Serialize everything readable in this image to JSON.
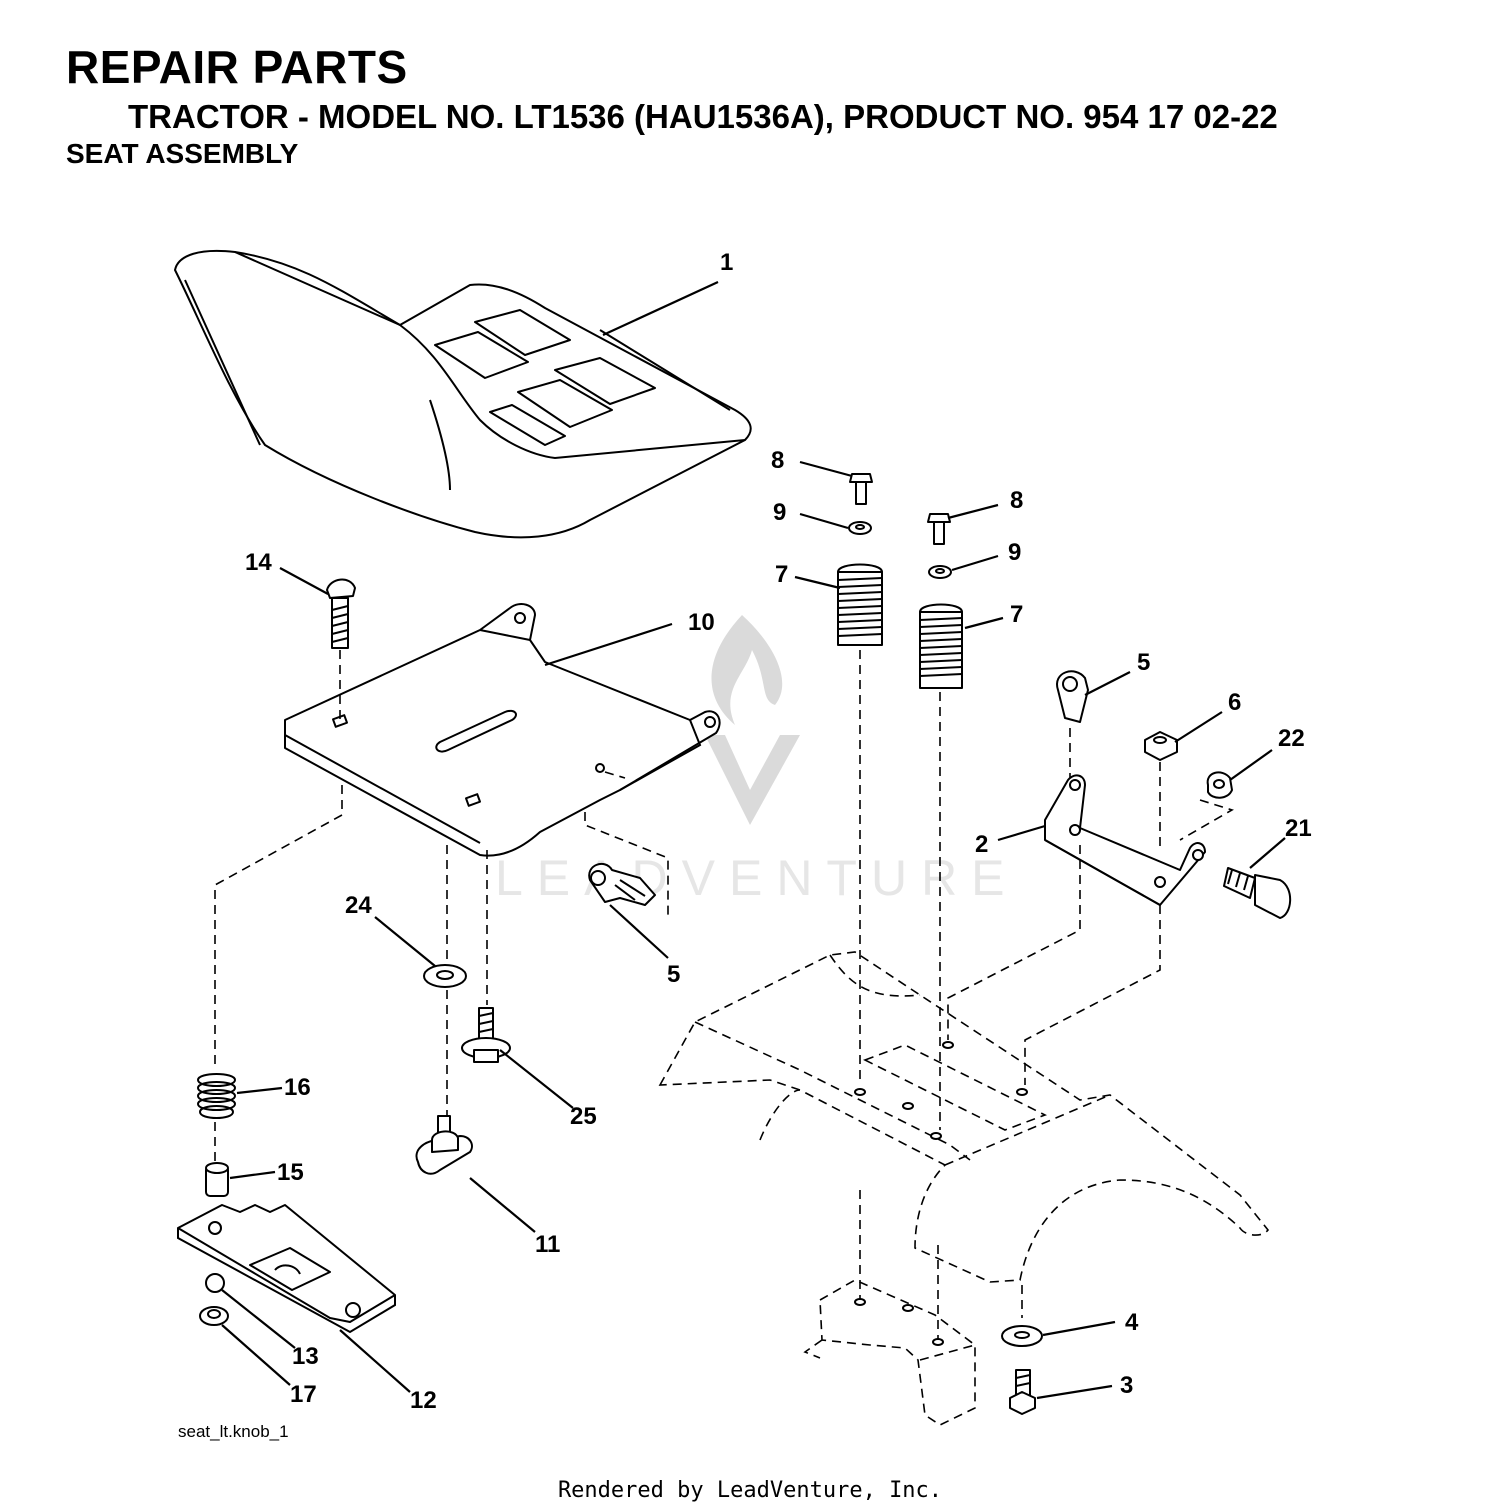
{
  "header": {
    "title": "REPAIR PARTS",
    "subtitle": "TRACTOR - MODEL NO. LT1536 (HAU1536A), PRODUCT NO. 954 17 02-22",
    "section": "SEAT ASSEMBLY"
  },
  "figure_id": "seat_lt.knob_1",
  "footer": "Rendered by LeadVenture, Inc.",
  "watermark": {
    "text": "LEADVENTURE"
  },
  "callouts": {
    "c1": "1",
    "c2": "2",
    "c3": "3",
    "c4": "4",
    "c5a": "5",
    "c5b": "5",
    "c6": "6",
    "c7a": "7",
    "c7b": "7",
    "c8a": "8",
    "c8b": "8",
    "c9a": "9",
    "c9b": "9",
    "c10": "10",
    "c11": "11",
    "c12": "12",
    "c13": "13",
    "c14": "14",
    "c15": "15",
    "c16": "16",
    "c17": "17",
    "c21": "21",
    "c22": "22",
    "c24": "24",
    "c25": "25"
  }
}
